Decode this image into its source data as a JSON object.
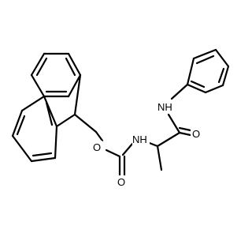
{
  "molecule": {
    "atom_labels": {
      "carbamate_oxygen": "O",
      "carbamate_nh": "NH",
      "carbonyl_oxygen": "O",
      "anilide_nh": "NH",
      "amide_oxygen": "O"
    },
    "colors": {
      "bond": "#000000",
      "background": "#ffffff"
    }
  }
}
